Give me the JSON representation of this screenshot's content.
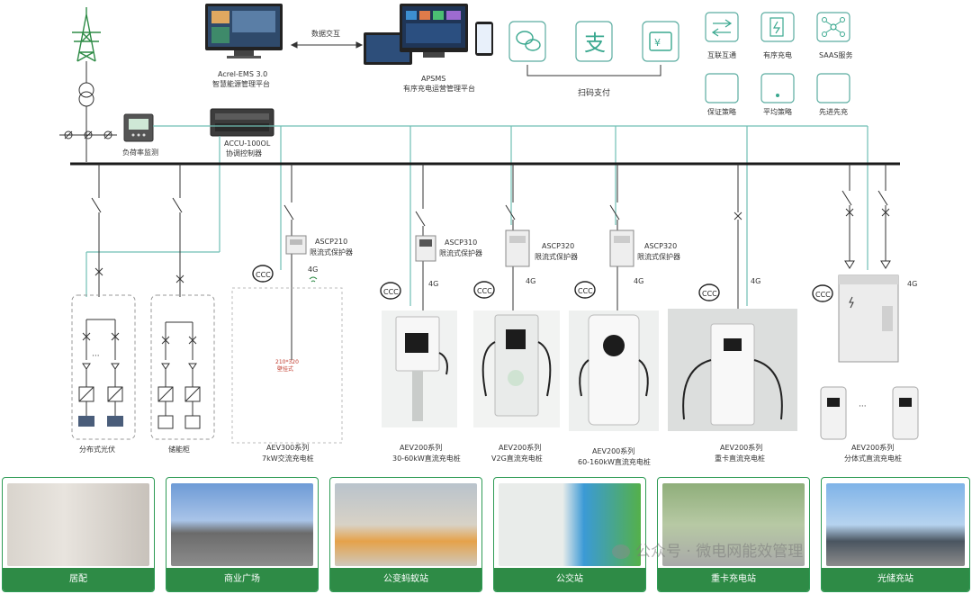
{
  "top": {
    "data_exchange": "数据交互",
    "ems_name": "Acrel-EMS 3.0",
    "ems_desc": "智慧能源管理平台",
    "apsms_name": "APSMS",
    "apsms_desc": "有序充电运营管理平台",
    "scan_pay": "扫码支付",
    "services": [
      "互联互通",
      "有序充电",
      "SAAS服务",
      "保证策略",
      "平均策略",
      "先进先充"
    ]
  },
  "devices": {
    "load_monitor": "负荷率监测",
    "accu_name": "ACCU-100OL",
    "accu_desc": "协调控制器",
    "pv_label": "分布式光伏",
    "storage_label": "储能柜",
    "ascp210_name": "ASCP210",
    "ascp210_desc": "限流式保护器",
    "ascp310_name": "ASCP310",
    "ascp310_desc": "限流式保护器",
    "ascp320a_name": "ASCP320",
    "ascp320a_desc": "限流式保护器",
    "ascp320b_name": "ASCP320",
    "ascp320b_desc": "限流式保护器",
    "signal_4g": "4G",
    "mount_note_1": "210*320",
    "mount_note_2": "壁挂式",
    "dots": "···"
  },
  "chargers": [
    {
      "series": "AEV300系列",
      "desc": "7kW交流充电桩"
    },
    {
      "series": "AEV200系列",
      "desc": "30-60kW直流充电桩"
    },
    {
      "series": "AEV200系列",
      "desc": "V2G直流充电桩"
    },
    {
      "series": "AEV200系列",
      "desc": "60-160kW直流充电桩"
    },
    {
      "series": "AEV200系列",
      "desc": "重卡直流充电桩"
    },
    {
      "series": "AEV200系列",
      "desc": "分体式直流充电桩"
    }
  ],
  "scenes": [
    "居配",
    "商业广场",
    "公变蚂蚁站",
    "公交站",
    "重卡充电站",
    "光储充站"
  ],
  "watermark": "公众号 · 微电网能效管理",
  "colors": {
    "accent": "#2e8b46",
    "line": "#6fbfb4"
  }
}
